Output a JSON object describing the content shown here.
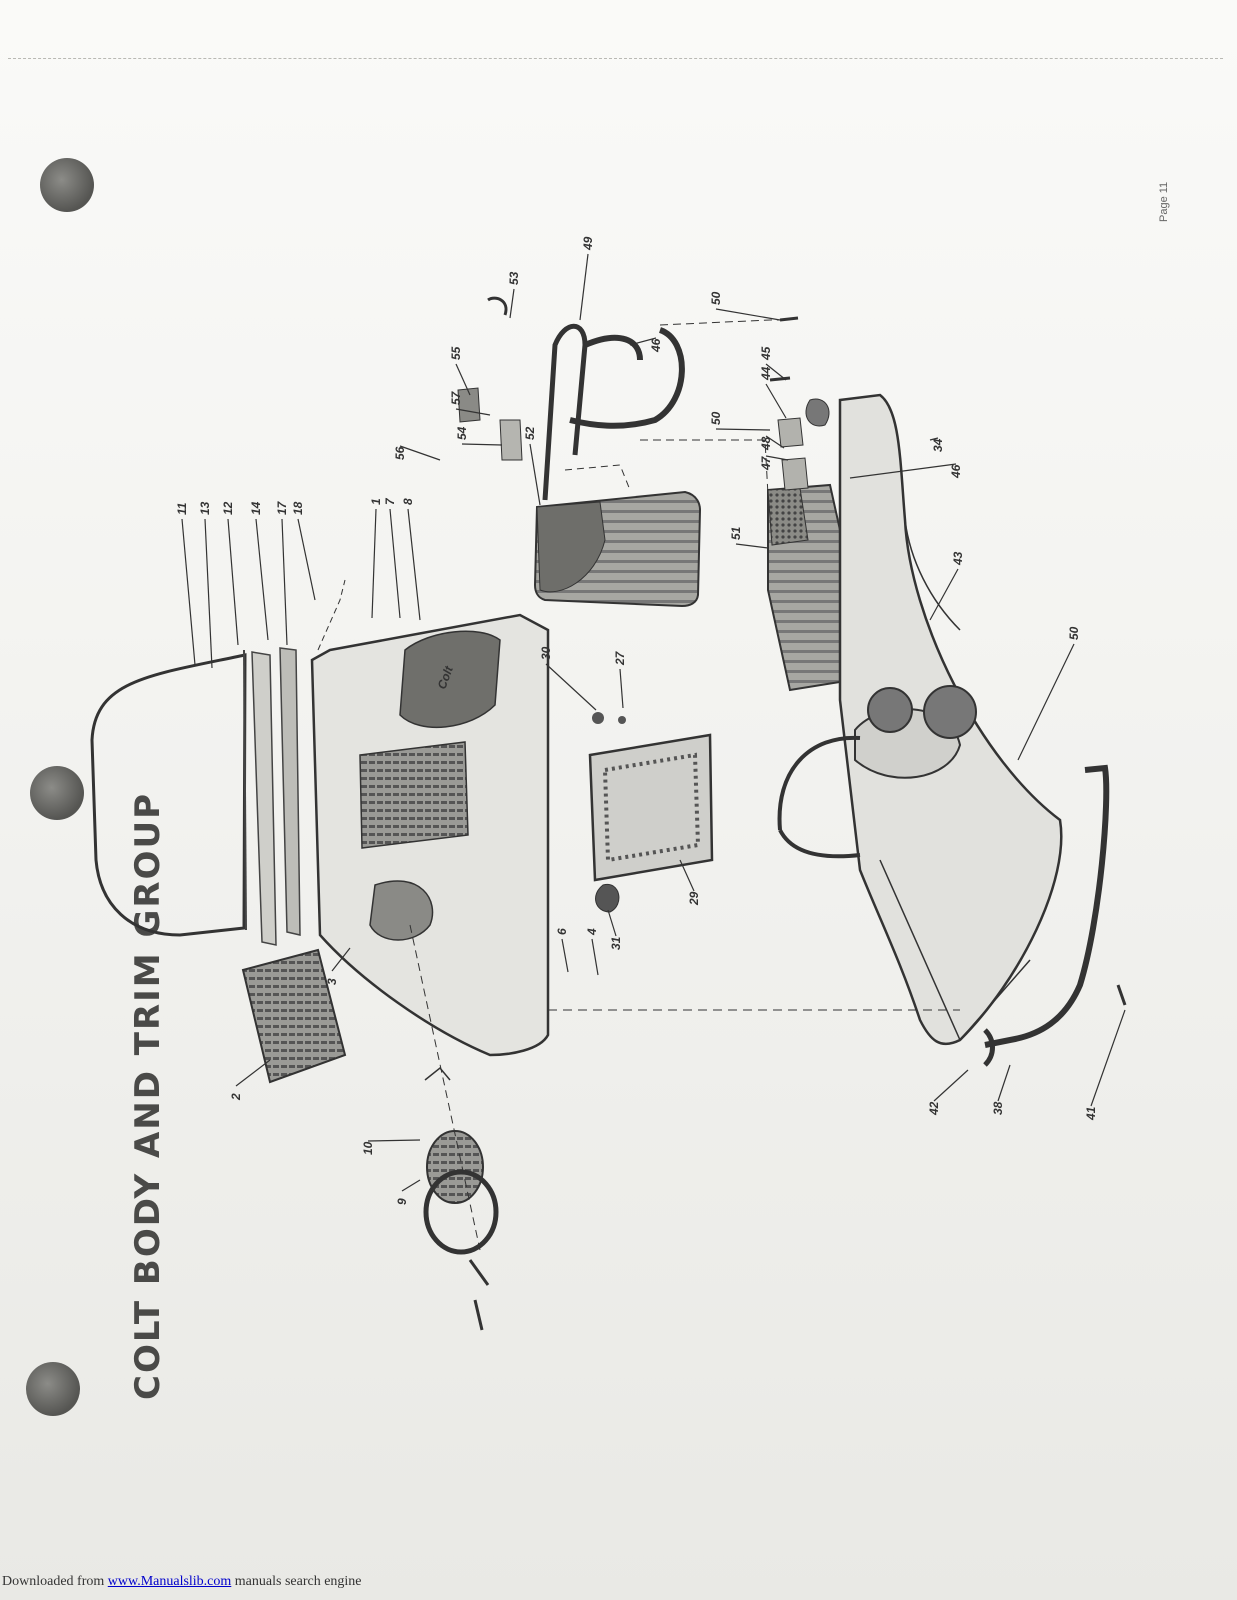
{
  "title": "COLT BODY AND TRIM GROUP",
  "page_number": "Page 11",
  "decal_text": "Colt",
  "footer": {
    "prefix": "Downloaded from ",
    "link_text": "www.Manualslib.com",
    "suffix": " manuals search engine"
  },
  "part_labels": [
    "1",
    "2",
    "3",
    "4",
    "6",
    "7",
    "8",
    "9",
    "10",
    "11",
    "12",
    "13",
    "14",
    "17",
    "18",
    "27",
    "29",
    "30",
    "31",
    "34",
    "38",
    "41",
    "42",
    "43",
    "44",
    "45",
    "46",
    "46",
    "47",
    "48",
    "49",
    "50",
    "50",
    "50",
    "51",
    "52",
    "53",
    "54",
    "55",
    "56",
    "57"
  ]
}
